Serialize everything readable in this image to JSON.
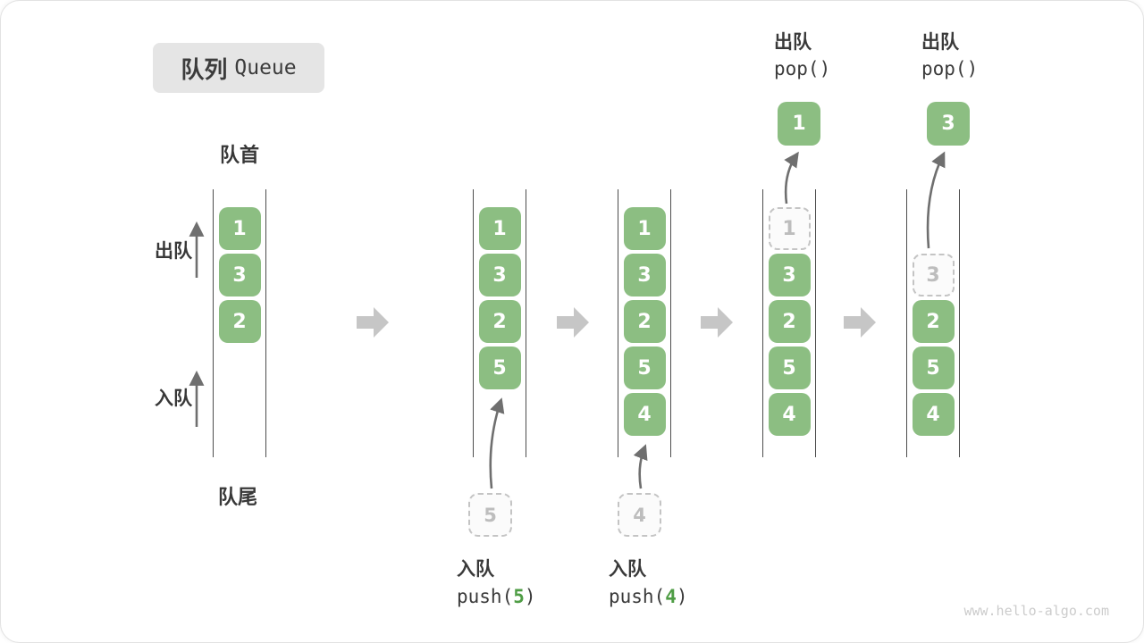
{
  "title": {
    "zh": "队列",
    "en": "Queue"
  },
  "anchors": {
    "front": "队首",
    "rear": "队尾"
  },
  "side": {
    "dequeue": "出队",
    "enqueue": "入队"
  },
  "states": [
    {
      "slots": [
        {
          "v": "1",
          "t": "green"
        },
        {
          "v": "3",
          "t": "green"
        },
        {
          "v": "2",
          "t": "green"
        }
      ]
    },
    {
      "slots": [
        {
          "v": "1",
          "t": "green"
        },
        {
          "v": "3",
          "t": "green"
        },
        {
          "v": "2",
          "t": "green"
        },
        {
          "v": "5",
          "t": "green"
        }
      ]
    },
    {
      "slots": [
        {
          "v": "1",
          "t": "green"
        },
        {
          "v": "3",
          "t": "green"
        },
        {
          "v": "2",
          "t": "green"
        },
        {
          "v": "5",
          "t": "green"
        },
        {
          "v": "4",
          "t": "green"
        }
      ]
    },
    {
      "slots": [
        {
          "v": "1",
          "t": "dashed"
        },
        {
          "v": "3",
          "t": "green"
        },
        {
          "v": "2",
          "t": "green"
        },
        {
          "v": "5",
          "t": "green"
        },
        {
          "v": "4",
          "t": "green"
        }
      ]
    },
    {
      "slots": [
        {
          "v": "",
          "t": "empty"
        },
        {
          "v": "3",
          "t": "dashed"
        },
        {
          "v": "2",
          "t": "green"
        },
        {
          "v": "5",
          "t": "green"
        },
        {
          "v": "4",
          "t": "green"
        }
      ]
    }
  ],
  "incoming": {
    "s2": "5",
    "s3": "4"
  },
  "popped": {
    "s4": "1",
    "s5": "3"
  },
  "ops": {
    "push2": {
      "zh": "入队",
      "pre": "push(",
      "arg": "5",
      "post": ")"
    },
    "push3": {
      "zh": "入队",
      "pre": "push(",
      "arg": "4",
      "post": ")"
    },
    "pop4": {
      "zh": "出队",
      "code": "pop()"
    },
    "pop5": {
      "zh": "出队",
      "code": "pop()"
    }
  },
  "watermark": "www.hello-algo.com",
  "colors": {
    "box_green": "#8cbe82",
    "code_arg_green": "#4f9d45",
    "big_arrow_gray": "#c6c6c6",
    "small_arrow_gray": "#787878",
    "dashed_border": "#c4c4c4",
    "channel_line": "#4d4d4d"
  }
}
